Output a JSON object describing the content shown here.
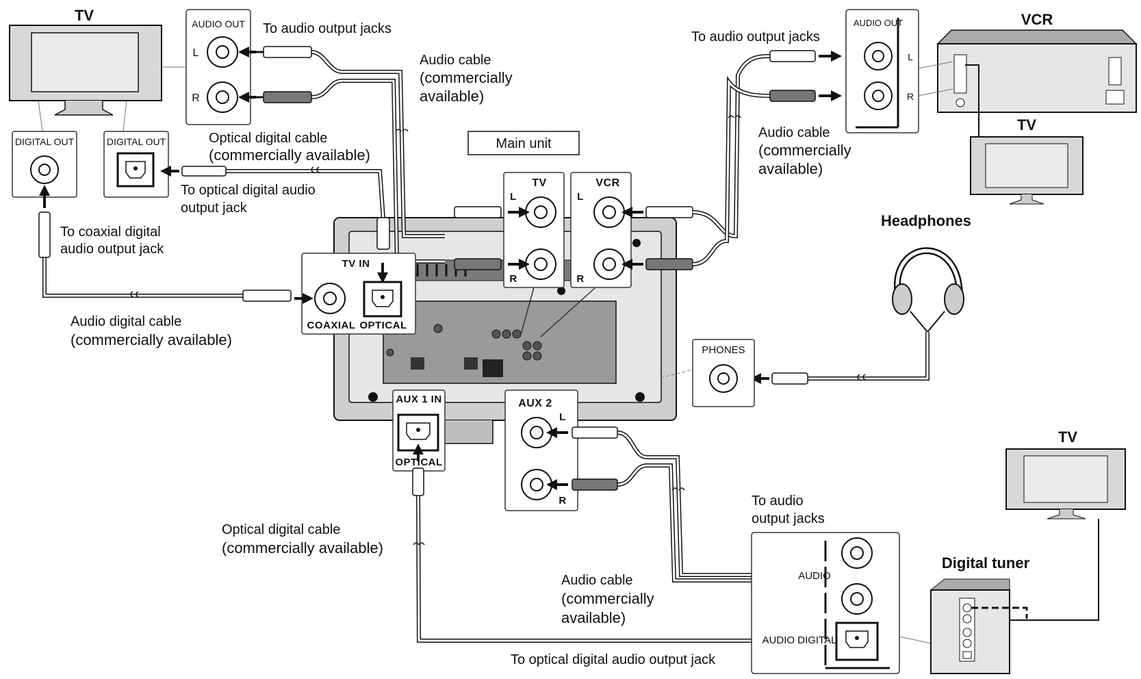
{
  "devices": {
    "tv_top_left": "TV",
    "vcr": "VCR",
    "tv_vcr": "TV",
    "headphones": "Headphones",
    "tv_bottom_right": "TV",
    "digital_tuner": "Digital tuner",
    "main_unit": "Main unit"
  },
  "jacks": {
    "audio_out": "AUDIO OUT",
    "audio_out_vcr": "AUDIO OUT",
    "digital_out_coax": "DIGITAL OUT",
    "digital_out_opt": "DIGITAL OUT",
    "tv_in": "TV IN",
    "coaxial": "COAXIAL",
    "optical": "OPTICAL",
    "aux1_in": "AUX 1 IN",
    "aux1_optical": "OPTICAL",
    "aux2": "AUX 2",
    "tv_jack": "TV",
    "vcr_jack": "VCR",
    "phones": "PHONES",
    "audio_tuner": "AUDIO",
    "audio_digital_tuner": "AUDIO DIGITAL",
    "left": "L",
    "right": "R"
  },
  "callouts": {
    "to_audio_output_jacks_tv": "To audio output jacks",
    "audio_cable_tv_1": "Audio cable",
    "audio_cable_tv_2": "(commercially",
    "audio_cable_tv_3": "available)",
    "optical_cable_top_1": "Optical digital cable",
    "optical_cable_top_2": "(commercially available)",
    "to_optical_out_1": "To optical digital audio",
    "to_optical_out_2": "output jack",
    "to_coaxial_1": "To coaxial digital",
    "to_coaxial_2": "audio output jack",
    "audio_digital_cable_1": "Audio digital cable",
    "audio_digital_cable_2": "(commercially available)",
    "to_audio_output_jacks_vcr": "To audio output jacks",
    "audio_cable_vcr_1": "Audio cable",
    "audio_cable_vcr_2": "(commercially",
    "audio_cable_vcr_3": "available)",
    "optical_cable_bottom_1": "Optical digital cable",
    "optical_cable_bottom_2": "(commercially available)",
    "to_audio_tuner_1": "To audio",
    "to_audio_tuner_2": "output jacks",
    "audio_cable_tuner_1": "Audio cable",
    "audio_cable_tuner_2": "(commercially",
    "audio_cable_tuner_3": "available)",
    "to_optical_out_bottom": "To optical digital audio output jack"
  },
  "colors": {
    "line": "#111111",
    "unit_body": "#dcdcdc",
    "unit_panel": "#9a9a9a",
    "screen": "#e8e8e8"
  }
}
